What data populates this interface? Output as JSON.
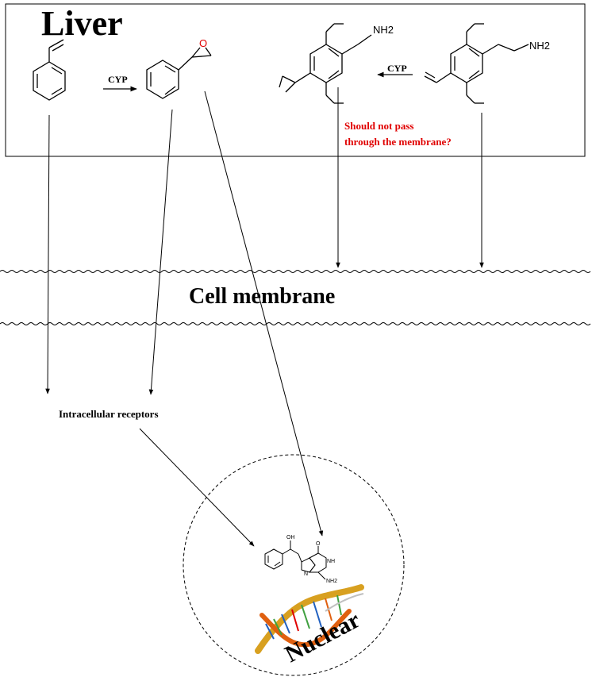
{
  "liver": {
    "title": "Liver"
  },
  "reactions": {
    "left_enzyme": "CYP",
    "right_enzyme": "CYP"
  },
  "molecules": {
    "epoxide_oxygen": "O",
    "amine_label": "NH2",
    "amine_label_2": "NH2",
    "adduct_hydroxyl": "OH",
    "adduct_nh": "NH",
    "adduct_amine": "NH2",
    "adduct_carbonyl_o": "O",
    "adduct_n": "N"
  },
  "annotations": {
    "membrane_question_line1": "Should not pass",
    "membrane_question_line2": "through the membrane?"
  },
  "membrane": {
    "label": "Cell membrane"
  },
  "receptors": {
    "label": "Intracellular receptors"
  },
  "nucleus": {
    "label": "Nuclear"
  },
  "colors": {
    "warning": "#e00000",
    "epoxide_oxygen": "#e00000",
    "dna_gold": "#d8a020",
    "dna_orange": "#e06010",
    "dna_blue": "#2060c0",
    "dna_green": "#40a040"
  }
}
